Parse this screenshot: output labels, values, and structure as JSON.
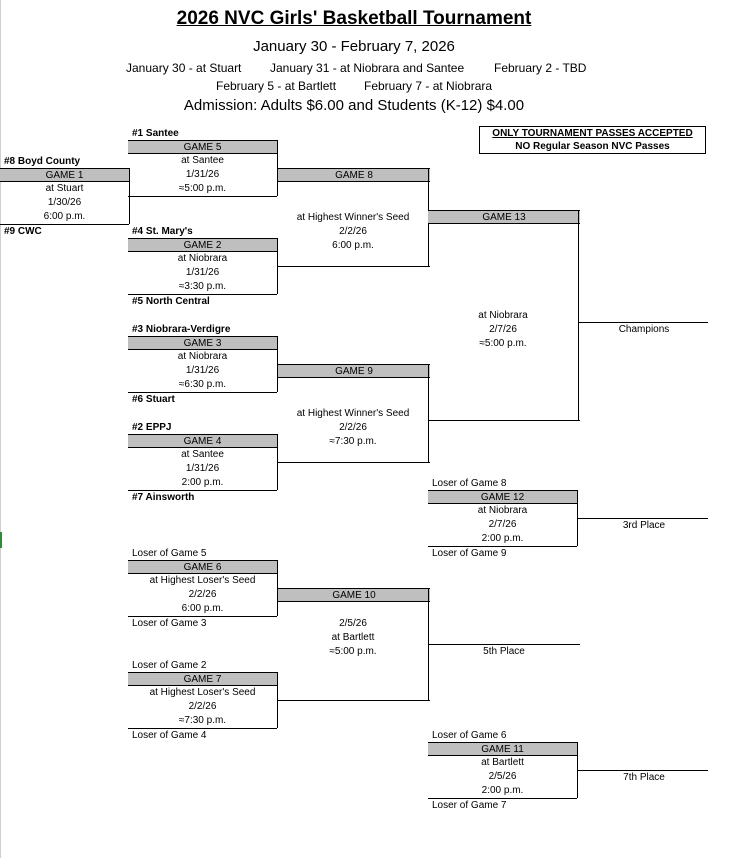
{
  "header": {
    "title": "2026 NVC Girls' Basketball Tournament",
    "dates": "January 30 - February 7, 2026",
    "schedule": [
      "January 30 - at Stuart",
      "January 31 - at Niobrara and Santee",
      "February 2 - TBD",
      "February 5 - at Bartlett",
      "February 7 - at Niobrara"
    ],
    "admission": "Admission:  Adults $6.00 and Students (K-12) $4.00"
  },
  "notice": {
    "line1": "ONLY TOURNAMENT PASSES ACCEPTED",
    "line2": "NO Regular Season NVC Passes"
  },
  "teams": {
    "t1": "#1 Santee",
    "t2": "#2 EPPJ",
    "t3": "#3 Niobrara-Verdigre",
    "t4": "#4 St. Mary's",
    "t5": "#5 North Central",
    "t6": "#6 Stuart",
    "t7": "#7 Ainsworth",
    "t8": "#8 Boyd County",
    "t9": "#9 CWC"
  },
  "losers": {
    "g5": "Loser of Game 5",
    "g3": "Loser of Game 3",
    "g2": "Loser of Game 2",
    "g4": "Loser of Game 4",
    "g8": "Loser of Game 8",
    "g9": "Loser of Game 9",
    "g6": "Loser of Game 6",
    "g7": "Loser of Game 7"
  },
  "games": {
    "g1": {
      "name": "GAME 1",
      "site": "at Stuart",
      "date": "1/30/26",
      "time": "6:00 p.m."
    },
    "g2": {
      "name": "GAME 2",
      "site": "at Niobrara",
      "date": "1/31/26",
      "time": "≈3:30 p.m."
    },
    "g3": {
      "name": "GAME 3",
      "site": "at Niobrara",
      "date": "1/31/26",
      "time": "≈6:30 p.m."
    },
    "g4": {
      "name": "GAME 4",
      "site": "at Santee",
      "date": "1/31/26",
      "time": "2:00 p.m."
    },
    "g5": {
      "name": "GAME 5",
      "site": "at Santee",
      "date": "1/31/26",
      "time": "≈5:00 p.m."
    },
    "g6": {
      "name": "GAME 6",
      "site": "at Highest Loser's Seed",
      "date": "2/2/26",
      "time": "6:00 p.m."
    },
    "g7": {
      "name": "GAME 7",
      "site": "at Highest Loser's Seed",
      "date": "2/2/26",
      "time": "≈7:30 p.m."
    },
    "g8": {
      "name": "GAME 8",
      "site": "at Highest Winner's Seed",
      "date": "2/2/26",
      "time": "6:00 p.m."
    },
    "g9": {
      "name": "GAME 9",
      "site": "at Highest Winner's Seed",
      "date": "2/2/26",
      "time": "≈7:30 p.m."
    },
    "g10": {
      "name": "GAME 10",
      "date": "2/5/26",
      "site": "at Bartlett",
      "time": "≈5:00 p.m."
    },
    "g11": {
      "name": "GAME 11",
      "site": "at Bartlett",
      "date": "2/5/26",
      "time": "2:00 p.m."
    },
    "g12": {
      "name": "GAME 12",
      "site": "at Niobrara",
      "date": "2/7/26",
      "time": "2:00 p.m."
    },
    "g13": {
      "name": "GAME 13",
      "site": "at Niobrara",
      "date": "2/7/26",
      "time": "≈5:00 p.m."
    }
  },
  "places": {
    "champions": "Champions",
    "third": "3rd Place",
    "fifth": "5th Place",
    "seventh": "7th Place"
  }
}
